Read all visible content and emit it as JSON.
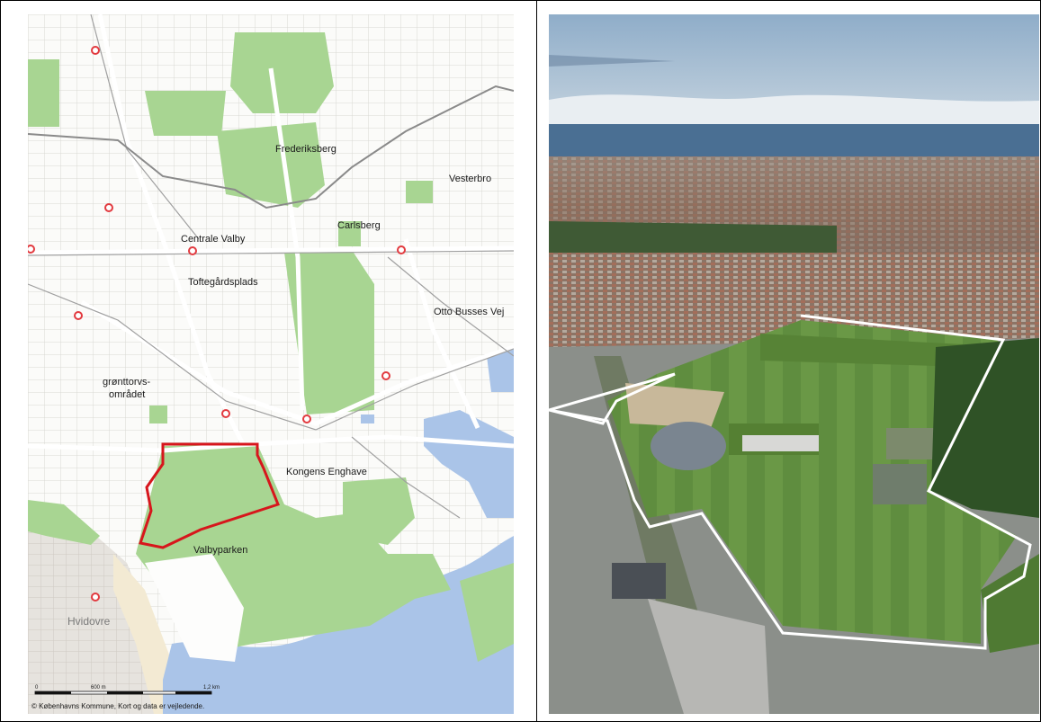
{
  "map": {
    "labels": {
      "frederiksberg": "Frederiksberg",
      "vesterbro": "Vesterbro",
      "carlsberg": "Carlsberg",
      "centrale_valby": "Centrale Valby",
      "toftegaardsplads": "Toftegårdsplads",
      "otto_busses_vej": "Otto Busses Vej",
      "groenttorv_line1": "grønttorvs-",
      "groenttorv_line2": "området",
      "kongens_enghave": "Kongens Enghave",
      "valbyparken": "Valbyparken",
      "hvidovre": "Hvidovre"
    },
    "scale": {
      "zero": "0",
      "mid": "600 m",
      "end": "1,2 km"
    },
    "credit": "© Københavns Kommune, Kort og data er vejledende.",
    "colors": {
      "park": "#a8d592",
      "water": "#aac4e8",
      "highlight": "#d7161c",
      "station": "#e23a3f"
    }
  },
  "photo": {
    "colors": {
      "sky": "#9cb6cf",
      "sea": "#4a6f93",
      "field": "#5b8a3c",
      "outline": "#ffffff"
    }
  }
}
